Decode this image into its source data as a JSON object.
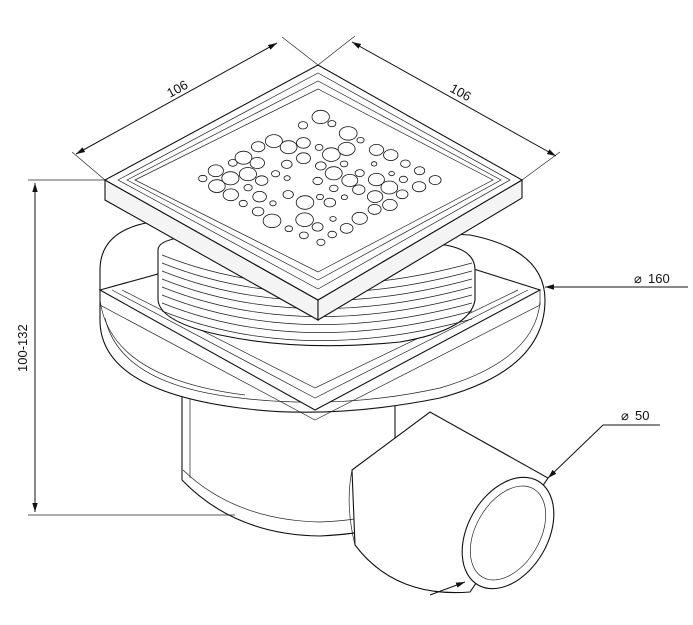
{
  "dimensions": {
    "grate_width_left": "106",
    "grate_width_right": "106",
    "flange_diameter": "160",
    "outlet_diameter": "50",
    "height_range": "100-132"
  },
  "symbols": {
    "diameter": "⌀"
  },
  "colors": {
    "line": "#111111",
    "fill": "#ffffff",
    "shade": "#f4f4f4"
  }
}
